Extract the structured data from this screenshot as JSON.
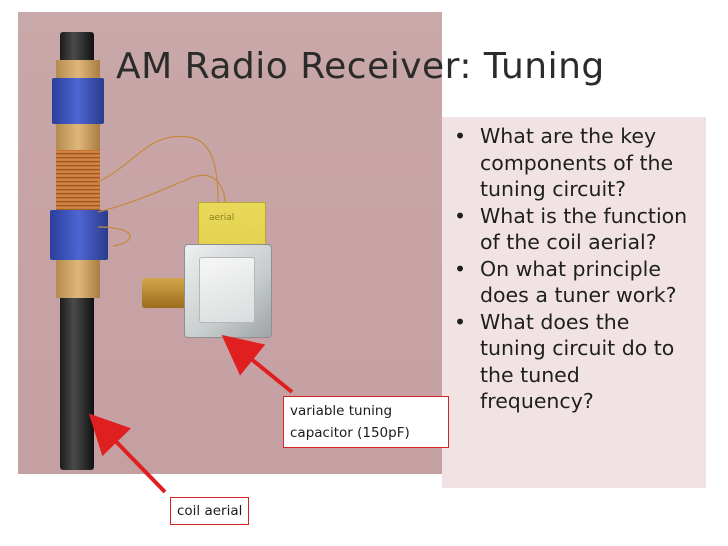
{
  "slide": {
    "title": "AM Radio Receiver: Tuning",
    "bullet_marker": "•",
    "bullets": [
      "What are the key components of the tuning circuit?",
      "What is the function of the coil aerial?",
      "On what principle does a tuner work?",
      "What does the tuning circuit do to the tuned frequency?"
    ],
    "labels": {
      "capacitor_line1": "variable tuning",
      "capacitor_line2": "capacitor (150pF)",
      "coil": "coil aerial"
    },
    "photo": {
      "board_text": "aerial"
    }
  },
  "colors": {
    "arrow": "#e02020",
    "bullet_box": "#f1e3e4",
    "label_border": "#d32222"
  }
}
